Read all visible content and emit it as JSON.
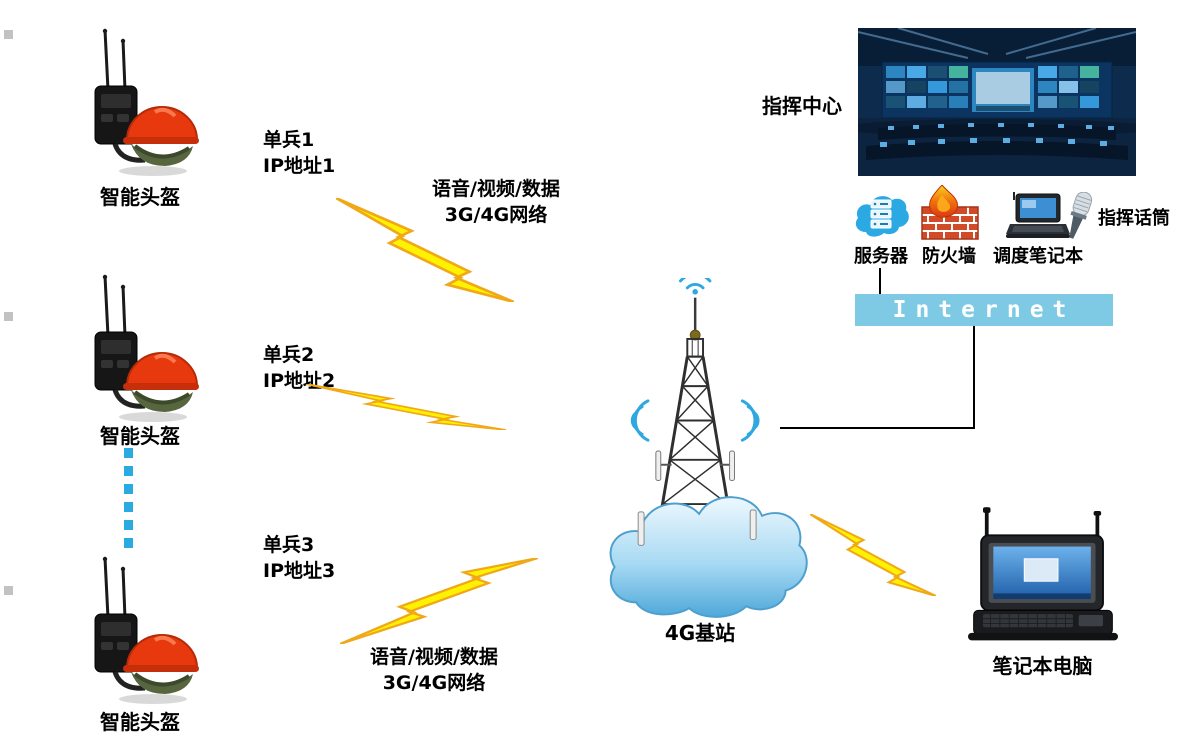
{
  "soldiers": [
    {
      "name": "单兵1",
      "ip": "IP地址1",
      "helmet_label": "智能头盔"
    },
    {
      "name": "单兵2",
      "ip": "IP地址2",
      "helmet_label": "智能头盔"
    },
    {
      "name": "单兵3",
      "ip": "IP地址3",
      "helmet_label": "智能头盔"
    }
  ],
  "radio_links": [
    {
      "line1": "语音/视频/数据",
      "line2": "3G/4G网络"
    },
    {
      "line1": "语音/视频/数据",
      "line2": "3G/4G网络"
    }
  ],
  "base_station": {
    "label": "4G基站"
  },
  "command_center": {
    "label": "指挥中心",
    "server_label": "服务器",
    "firewall_label": "防火墙",
    "dispatch_laptop_label": "调度笔记本",
    "microphone_label": "指挥话筒"
  },
  "internet": {
    "label": "Internet"
  },
  "field_laptop": {
    "label": "笔记本电脑"
  },
  "colors": {
    "lightning_fill": "#FFF200",
    "lightning_stroke": "#F0A818",
    "internet_bar": "#7EC9E4",
    "dashed_line": "#29ABE2",
    "wifi_blue": "#2FA8E0",
    "helmet_red": "#E8380D"
  }
}
